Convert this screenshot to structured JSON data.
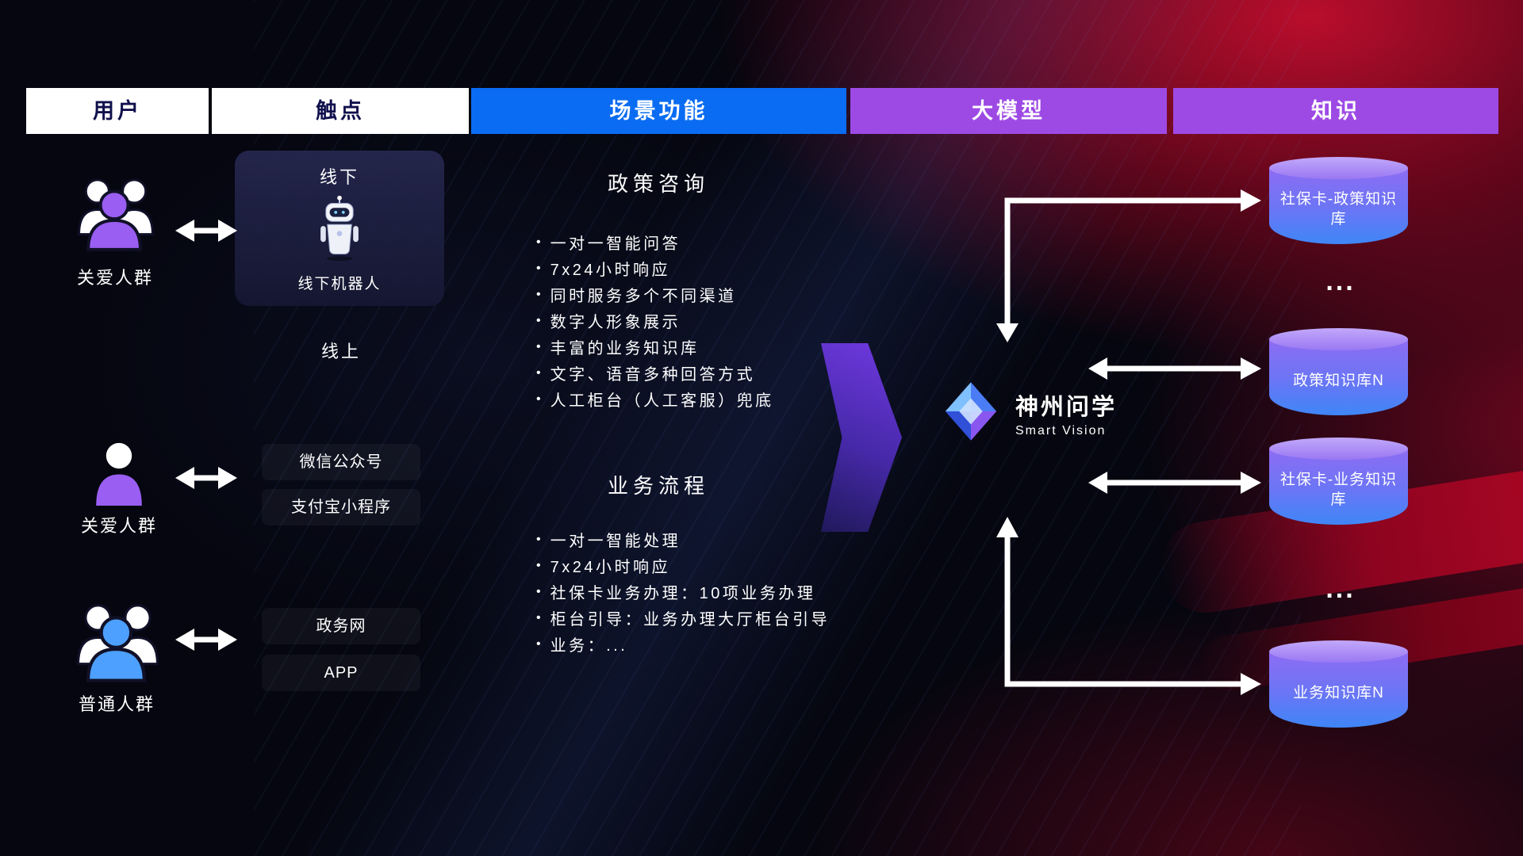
{
  "headers": [
    {
      "label": "用户"
    },
    {
      "label": "触点"
    },
    {
      "label": "场景功能"
    },
    {
      "label": "大模型"
    },
    {
      "label": "知识"
    }
  ],
  "users": [
    {
      "label": "关爱人群"
    },
    {
      "label": "关爱人群"
    },
    {
      "label": "普通人群"
    }
  ],
  "touchpoints": {
    "offline_title": "线下",
    "offline_robot_caption": "线下机器人",
    "online_title": "线上",
    "channels": [
      "微信公众号",
      "支付宝小程序",
      "政务网",
      "APP"
    ]
  },
  "scenes": [
    {
      "title": "政策咨询",
      "items": [
        "一对一智能问答",
        "7x24小时响应",
        "同时服务多个不同渠道",
        "数字人形象展示",
        "丰富的业务知识库",
        "文字、语音多种回答方式",
        "人工柜台（人工客服）兜底"
      ]
    },
    {
      "title": "业务流程",
      "items": [
        "一对一智能处理",
        "7x24小时响应",
        "社保卡业务办理：10项业务办理",
        "柜台引导：业务办理大厅柜台引导",
        "业务：..."
      ]
    }
  ],
  "model": {
    "name": "神州问学",
    "subtitle": "Smart Vision"
  },
  "knowledge": {
    "items": [
      "社保卡-政策知识库",
      "政策知识库N",
      "社保卡-业务知识库",
      "业务知识库N"
    ],
    "ellipsis": "..."
  },
  "ui": {
    "bullet": "•"
  },
  "colors": {
    "header_blue": "#0a6cf2",
    "header_purple": "#9d4ae4",
    "accent_purple": "#9a5ef2",
    "accent_blue": "#4da0ff",
    "cylinder_top": "#b99df8",
    "cylinder_bottom": "#3f86f7",
    "background_red": "#c40824"
  }
}
